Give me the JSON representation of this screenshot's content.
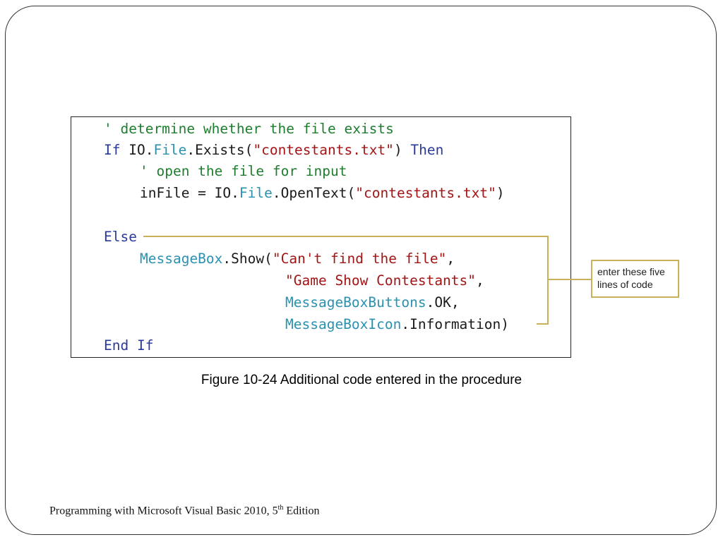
{
  "code": {
    "lines": [
      [
        {
          "t": "' determine whether the file exists",
          "k": "comment"
        }
      ],
      [
        {
          "t": "If",
          "k": "keyword"
        },
        {
          "t": " IO.",
          "k": "plain"
        },
        {
          "t": "File",
          "k": "type"
        },
        {
          "t": ".Exists(",
          "k": "plain"
        },
        {
          "t": "\"contestants.txt\"",
          "k": "string"
        },
        {
          "t": ") ",
          "k": "plain"
        },
        {
          "t": "Then",
          "k": "keyword"
        }
      ],
      [
        {
          "t": "' open the file for input",
          "k": "comment"
        }
      ],
      [
        {
          "t": "inFile = IO.",
          "k": "plain"
        },
        {
          "t": "File",
          "k": "type"
        },
        {
          "t": ".OpenText(",
          "k": "plain"
        },
        {
          "t": "\"contestants.txt\"",
          "k": "string"
        },
        {
          "t": ")",
          "k": "plain"
        }
      ],
      [],
      [
        {
          "t": "Else",
          "k": "keyword"
        }
      ],
      [
        {
          "t": "MessageBox",
          "k": "type"
        },
        {
          "t": ".Show(",
          "k": "plain"
        },
        {
          "t": "\"Can't find the file\"",
          "k": "string"
        },
        {
          "t": ",",
          "k": "plain"
        }
      ],
      [
        {
          "t": "\"Game Show Contestants\"",
          "k": "string"
        },
        {
          "t": ",",
          "k": "plain"
        }
      ],
      [
        {
          "t": "MessageBoxButtons",
          "k": "type"
        },
        {
          "t": ".OK,",
          "k": "plain"
        }
      ],
      [
        {
          "t": "MessageBoxIcon",
          "k": "type"
        },
        {
          "t": ".Information)",
          "k": "plain"
        }
      ],
      [
        {
          "t": "End If",
          "k": "keyword"
        }
      ]
    ]
  },
  "callout": {
    "line1": "enter these five",
    "line2": "lines of code"
  },
  "caption": "Figure 10-24 Additional code entered in the procedure",
  "footer": {
    "text_before": "Programming with Microsoft Visual Basic 2010, 5",
    "superscript": "th",
    "text_after": " Edition"
  }
}
